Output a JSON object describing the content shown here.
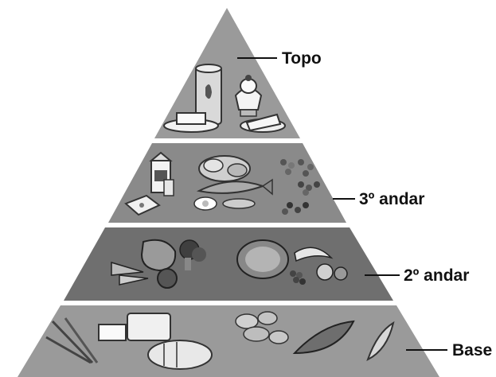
{
  "levels": [
    {
      "id": "top",
      "label": "Topo",
      "foods": [
        "oil-can-icon",
        "ice-cream-sundae-icon",
        "butter-icon",
        "cake-slice-icon"
      ]
    },
    {
      "id": "third",
      "label": "3º andar",
      "foods": [
        "milk-carton-icon",
        "roast-chicken-icon",
        "fish-icon",
        "egg-icon",
        "cheese-icon",
        "beans-icon",
        "nuts-icon",
        "glass-icon"
      ]
    },
    {
      "id": "second",
      "label": "2º andar",
      "foods": [
        "pepper-icon",
        "broccoli-icon",
        "carrots-icon",
        "tomato-icon",
        "melon-icon",
        "banana-icon",
        "grapes-icon",
        "kiwi-icon"
      ]
    },
    {
      "id": "base",
      "label": "Base",
      "foods": [
        "wheat-icon",
        "bread-loaf-icon",
        "sliced-bread-icon",
        "rolls-icon",
        "baguette-icon",
        "corn-icon"
      ]
    }
  ],
  "colors": {
    "tier_fill": "#8f8f8f",
    "tier_fill_dark": "#6e6e6e",
    "separator": "#ffffff",
    "line": "#111111",
    "food_light": "#e8e8e8",
    "food_dark": "#3a3a3a"
  }
}
